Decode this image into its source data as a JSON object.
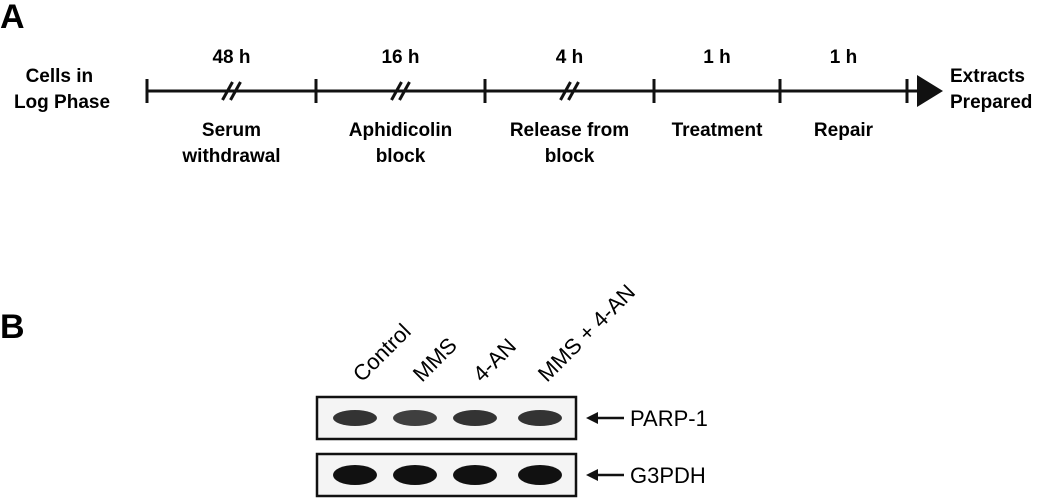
{
  "panel_a": {
    "letter": "A",
    "start_label": [
      "Cells in",
      "Log Phase"
    ],
    "end_label": [
      "Extracts",
      "Prepared"
    ],
    "segments": [
      {
        "duration": "48 h",
        "break_mark": true,
        "label": [
          "Serum",
          "withdrawal"
        ]
      },
      {
        "duration": "16 h",
        "break_mark": true,
        "label": [
          "Aphidicolin",
          "block"
        ]
      },
      {
        "duration": "4 h",
        "break_mark": true,
        "label": [
          "Release from",
          "block"
        ]
      },
      {
        "duration": "1 h",
        "break_mark": false,
        "label": [
          "Treatment"
        ]
      },
      {
        "duration": "1 h",
        "break_mark": false,
        "label": [
          "Repair"
        ]
      }
    ]
  },
  "panel_b": {
    "letter": "B",
    "lanes": [
      "Control",
      "MMS",
      "4-AN",
      "MMS + 4-AN"
    ],
    "blots": [
      {
        "protein": "PARP-1",
        "band_intensity": [
          0.85,
          0.8,
          0.85,
          0.85
        ]
      },
      {
        "protein": "G3PDH",
        "band_intensity": [
          1,
          1,
          1,
          1
        ]
      }
    ]
  }
}
